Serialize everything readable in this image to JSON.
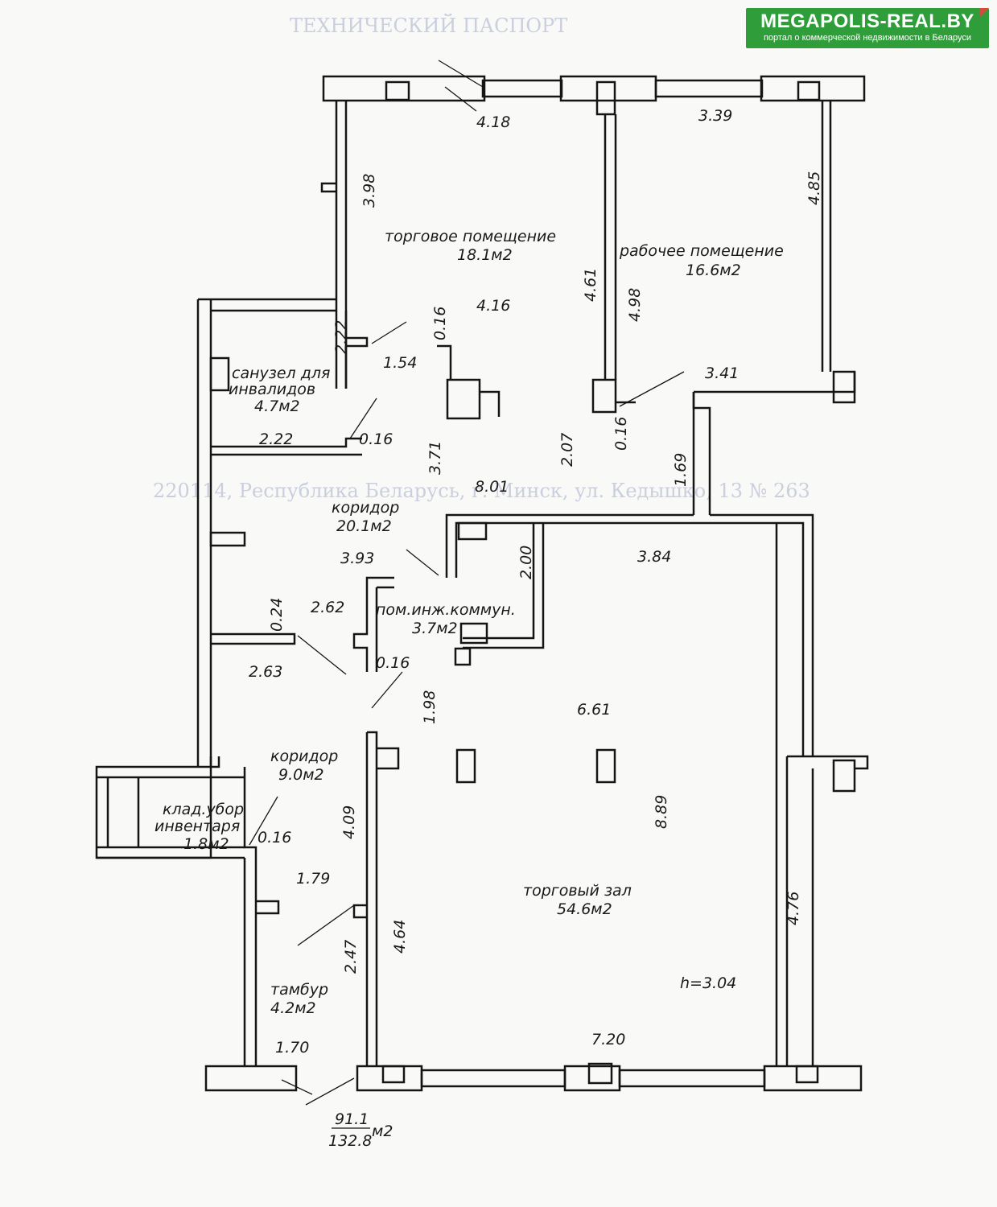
{
  "brand": {
    "name": "MEGAPOLIS-REAL.BY",
    "tagline": "портал о коммерческой недвижимости в Беларуси",
    "color": "#2f9e3a",
    "corner_color": "#d64b3c"
  },
  "background_doc": {
    "header": "ТЕХНИЧЕСКИЙ ПАСПОРТ",
    "address": "220114, Республика Беларусь, г. Минск, ул. Кедышко, 13 № 263"
  },
  "rooms": [
    {
      "id": "shop-room",
      "name": "торговое помещение",
      "area": "18.1м2"
    },
    {
      "id": "work-room",
      "name": "рабочее помещение",
      "area": "16.6м2"
    },
    {
      "id": "disabled-wc",
      "name": "санузел для инвалидов",
      "name_line1": "санузел для",
      "name_line2": "инвалидов",
      "area": "4.7м2"
    },
    {
      "id": "corridor-1",
      "name": "коридор",
      "area": "20.1м2"
    },
    {
      "id": "utility",
      "name": "пом.инж.коммун.",
      "area": "3.7м2"
    },
    {
      "id": "corridor-2",
      "name": "коридор",
      "area": "9.0м2"
    },
    {
      "id": "storage",
      "name": "клад.убор инвентаря",
      "name_line1": "клад.убор",
      "name_line2": "инвентаря",
      "area": "1.8м2"
    },
    {
      "id": "sales-hall",
      "name": "торговый зал",
      "area": "54.6м2"
    },
    {
      "id": "vestibule",
      "name": "тамбур",
      "area": "4.2м2"
    }
  ],
  "dimensions": [
    "4.18",
    "3.39",
    "3.98",
    "4.85",
    "4.61",
    "4.98",
    "4.16",
    "0.16",
    "2.22",
    "1.54",
    "3.41",
    "2.22",
    "0.16",
    "3.71",
    "2.07",
    "0.16",
    "1.69",
    "8.01",
    "3.93",
    "2.00",
    "3.84",
    "0.24",
    "2.62",
    "2.63",
    "0.16",
    "1.98",
    "6.61",
    "8.89",
    "4.09",
    "0.16",
    "1.79",
    "2.47",
    "4.64",
    "4.76",
    "1.70",
    "7.20"
  ],
  "ceiling_height": "h=3.04",
  "totals": {
    "top": "91.1",
    "bottom": "132.8",
    "unit": "м2"
  }
}
